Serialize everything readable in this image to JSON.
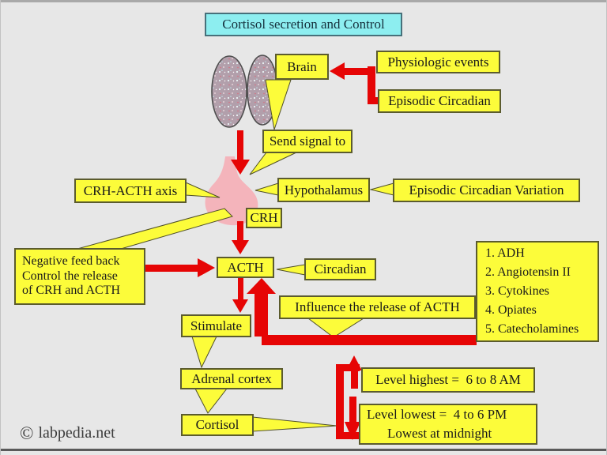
{
  "title": "Cortisol secretion and Control",
  "colors": {
    "background": "#e7e7e7",
    "box_fill": "#fcfc3a",
    "box_border": "#5b5b2e",
    "title_fill": "#8deef0",
    "title_border": "#47707a",
    "arrow_red": "#e60505",
    "text": "#1a1a1a",
    "brain_fill": "#b29fab",
    "gland_fill": "#f4b4bb"
  },
  "boxes": {
    "brain": "Brain",
    "physiologic_events": "Physiologic events",
    "episodic_circadian": "Episodic Circadian",
    "send_signal": "Send signal to",
    "crh_acth_axis": "CRH-ACTH axis",
    "hypothalamus": "Hypothalamus",
    "episodic_circadian_variation": "Episodic Circadian Variation",
    "crh": "CRH",
    "acth": "ACTH",
    "circadian": "Circadian",
    "influence": "Influence the release of ACTH",
    "stimulate": "Stimulate",
    "adrenal_cortex": "Adrenal cortex",
    "cortisol": "Cortisol"
  },
  "negative_feedback": {
    "line1": "Negative feed back",
    "line2": "Control the release",
    "line3": "of CRH and ACTH"
  },
  "factors": {
    "items": [
      "1. ADH",
      "2. Angiotensin II",
      "3. Cytokines",
      "4. Opiates",
      "5. Catecholamines"
    ]
  },
  "levels": {
    "highest": "Level highest =  6 to 8 AM",
    "lowest_line1": "Level lowest =  4 to 6 PM",
    "lowest_line2": "Lowest at midnight"
  },
  "watermark": {
    "symbol": "©",
    "text": "labpedia.net"
  }
}
